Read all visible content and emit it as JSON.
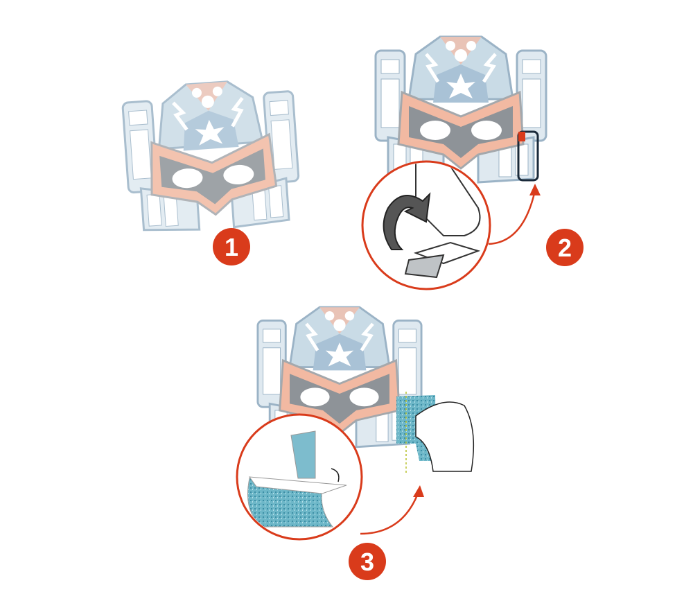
{
  "colors": {
    "badge": "#d93b1b",
    "arrow": "#d93b1b",
    "mask_light_blue": "#c9dbe6",
    "mask_mid_blue": "#a9c2d6",
    "mask_pink": "#f2b9a2",
    "mask_gray": "#8e9398",
    "glitter": "#5fb0c4"
  },
  "steps": [
    {
      "number": "1"
    },
    {
      "number": "2"
    },
    {
      "number": "3"
    }
  ]
}
